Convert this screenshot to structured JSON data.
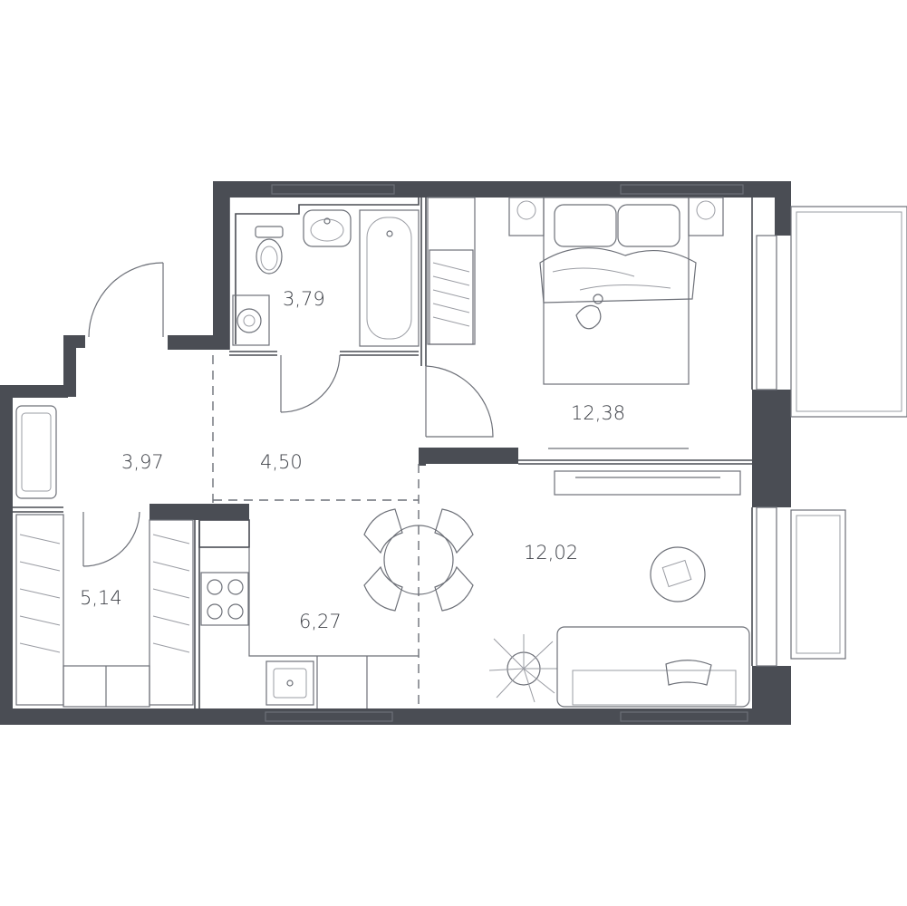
{
  "rooms": [
    {
      "id": "bathroom",
      "area": "3,79"
    },
    {
      "id": "entry",
      "area": "3,97"
    },
    {
      "id": "hall",
      "area": "4,50"
    },
    {
      "id": "wardrobe",
      "area": "5,14"
    },
    {
      "id": "kitchen",
      "area": "6,27"
    },
    {
      "id": "bedroom",
      "area": "12,38"
    },
    {
      "id": "living",
      "area": "12,02"
    }
  ],
  "colors": {
    "wall": "#4a4d54",
    "line": "#6d7078",
    "background": "#ffffff"
  },
  "icons": [
    "door-swing-icon",
    "toilet-icon",
    "sink-icon",
    "bathtub-icon",
    "washing-machine-icon",
    "bed-icon",
    "dog-icon",
    "tv-icon",
    "dining-table-icon",
    "stove-icon",
    "kitchen-sink-icon",
    "sofa-icon",
    "plant-icon",
    "coffee-table-icon",
    "wardrobe-icon",
    "balcony-icon"
  ]
}
